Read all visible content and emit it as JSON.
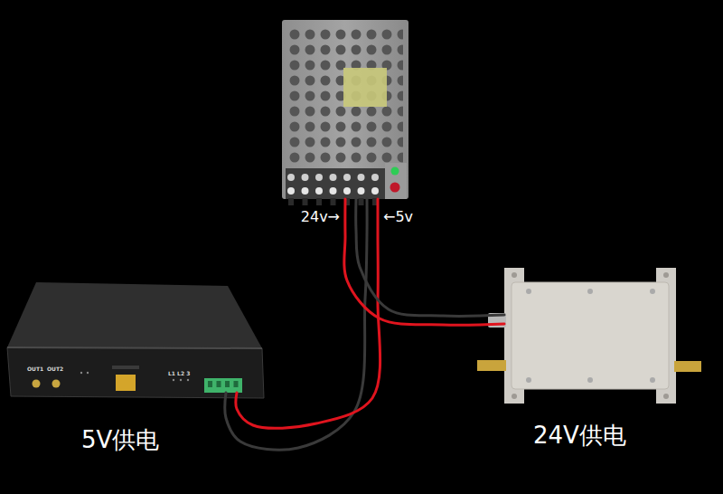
{
  "diagram": {
    "nodes": [
      {
        "text": [
          "24v→",
          "←5v"
        ]
      },
      {
        "text": [
          "5V供电"
        ]
      },
      {
        "text": [
          "24V供电"
        ]
      }
    ],
    "edges": [
      {
        "from": 0,
        "to": 1,
        "arrow": "none"
      },
      {
        "from": 0,
        "to": 1,
        "arrow": "none"
      },
      {
        "from": 0,
        "to": 2,
        "arrow": "none"
      },
      {
        "from": 0,
        "to": 2,
        "arrow": "none"
      }
    ],
    "labels": [
      "OUT1",
      "OUT2",
      "L1 L2 3"
    ]
  }
}
